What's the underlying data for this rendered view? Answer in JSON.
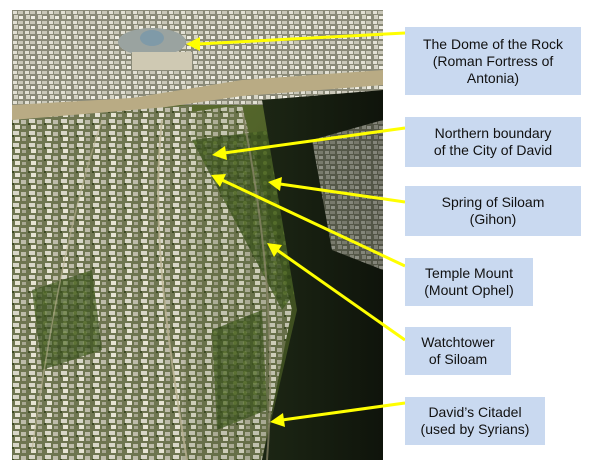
{
  "colors": {
    "arrow": "#ffff00",
    "label_bg": "#c9d9f0",
    "label_text": "#111111"
  },
  "labels": [
    {
      "lines": [
        "The Dome of the Rock",
        "(Roman Fortress of",
        "Antonia)"
      ]
    },
    {
      "lines": [
        "Northern boundary",
        "of the City of David"
      ]
    },
    {
      "lines": [
        "Spring of Siloam",
        "(Gihon)"
      ]
    },
    {
      "lines": [
        "Temple Mount",
        "(Mount Ophel)"
      ]
    },
    {
      "lines": [
        "Watchtower",
        "of Siloam"
      ]
    },
    {
      "lines": [
        "David’s Citadel",
        "(used by Syrians)"
      ]
    }
  ]
}
